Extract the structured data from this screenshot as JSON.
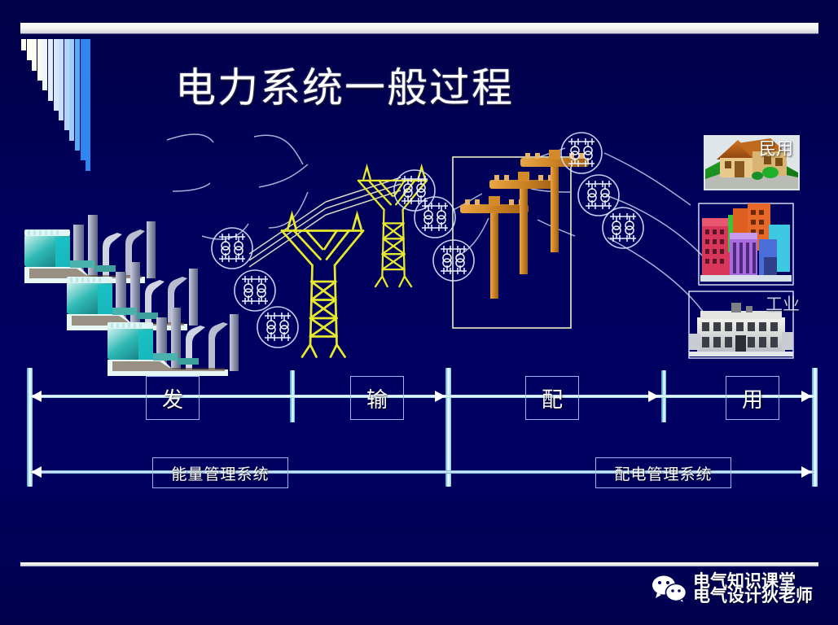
{
  "slide": {
    "title": "电力系统一般过程",
    "background_color": "#000063",
    "accent_color": "#9ee3f5",
    "tower_color": "#e8e82c",
    "pole_color": "#d4892a"
  },
  "diagram_labels": {
    "residential": "民用",
    "industrial": "工业"
  },
  "process": {
    "stages": [
      {
        "id": "generation",
        "label": "发"
      },
      {
        "id": "transmission",
        "label": "输"
      },
      {
        "id": "distribution",
        "label": "配"
      },
      {
        "id": "utilization",
        "label": "用"
      }
    ],
    "systems": [
      {
        "id": "ems",
        "label": "能量管理系统"
      },
      {
        "id": "dms",
        "label": "配电管理系统"
      }
    ]
  },
  "watermark": {
    "icon": "wechat-icon",
    "line1": "电气知识课堂",
    "line2": "电气设计狄老师"
  }
}
